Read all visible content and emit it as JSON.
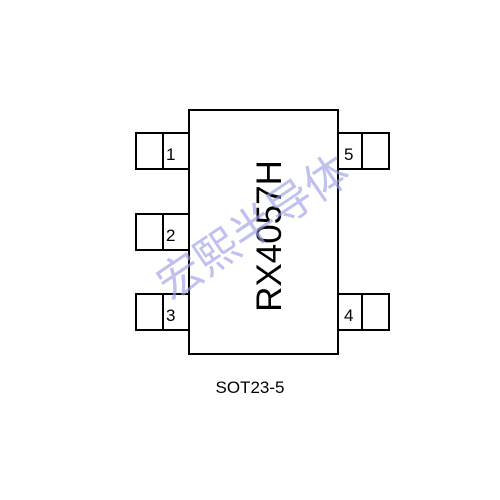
{
  "part_number": "RX4057H",
  "package": "SOT23-5",
  "watermark": "宏熙半导体",
  "pins": [
    {
      "number": "1",
      "side": "left"
    },
    {
      "number": "2",
      "side": "left"
    },
    {
      "number": "3",
      "side": "left"
    },
    {
      "number": "4",
      "side": "right"
    },
    {
      "number": "5",
      "side": "right"
    }
  ],
  "colors": {
    "outline": "#000000",
    "watermark": "#9c9fe6",
    "background": "#ffffff"
  }
}
